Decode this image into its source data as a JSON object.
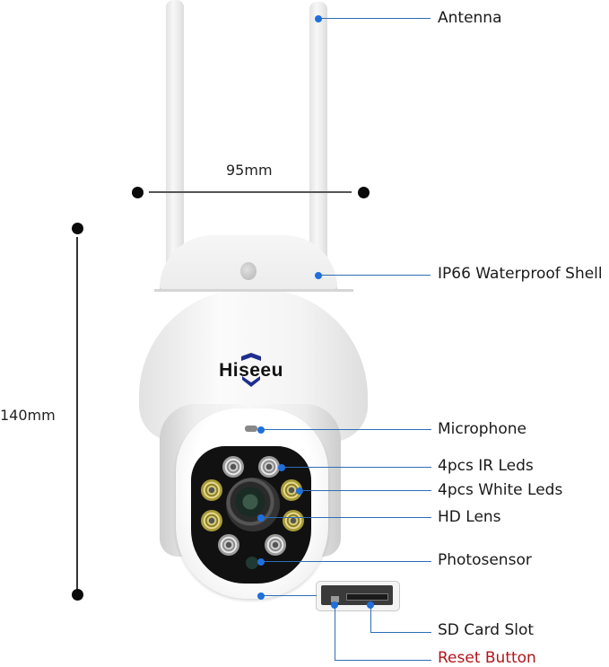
{
  "diagram": {
    "subject": "Hiseeu outdoor PTZ security camera",
    "brand_logo": "Hiseeu",
    "dimensions": {
      "width": "95mm",
      "height": "140mm"
    },
    "callouts": [
      {
        "id": "antenna",
        "label": "Antenna"
      },
      {
        "id": "shell",
        "label": "IP66 Waterproof Shell"
      },
      {
        "id": "microphone",
        "label": "Microphone"
      },
      {
        "id": "ir-leds",
        "label": "4pcs IR Leds"
      },
      {
        "id": "white-leds",
        "label": "4pcs White Leds"
      },
      {
        "id": "hd-lens",
        "label": "HD Lens"
      },
      {
        "id": "photosensor",
        "label": "Photosensor"
      },
      {
        "id": "sd-card-slot",
        "label": "SD Card Slot"
      },
      {
        "id": "reset-button",
        "label": "Reset Button"
      }
    ],
    "colors": {
      "leader_line": "#2e6db4",
      "leader_dot": "#1e6fe0",
      "label_text": "#1a1a1a",
      "reset_label": "#b3141b",
      "dimension_marks": "#0a0a0a",
      "logo_shield": "#1f2f8f"
    }
  }
}
